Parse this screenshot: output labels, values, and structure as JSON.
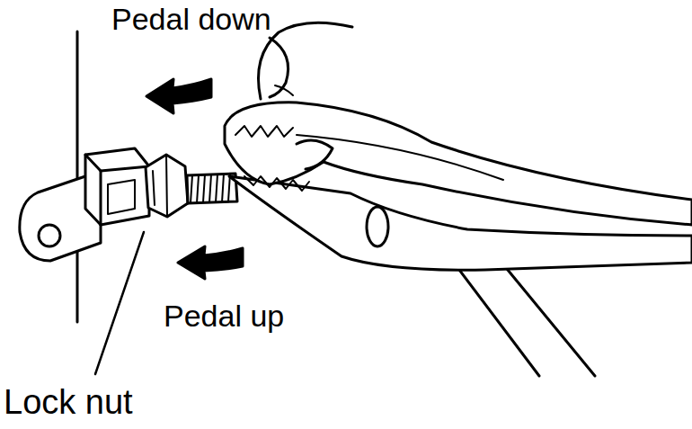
{
  "diagram": {
    "labels": [
      "Pedal down",
      "Pedal up",
      "Lock nut"
    ]
  }
}
